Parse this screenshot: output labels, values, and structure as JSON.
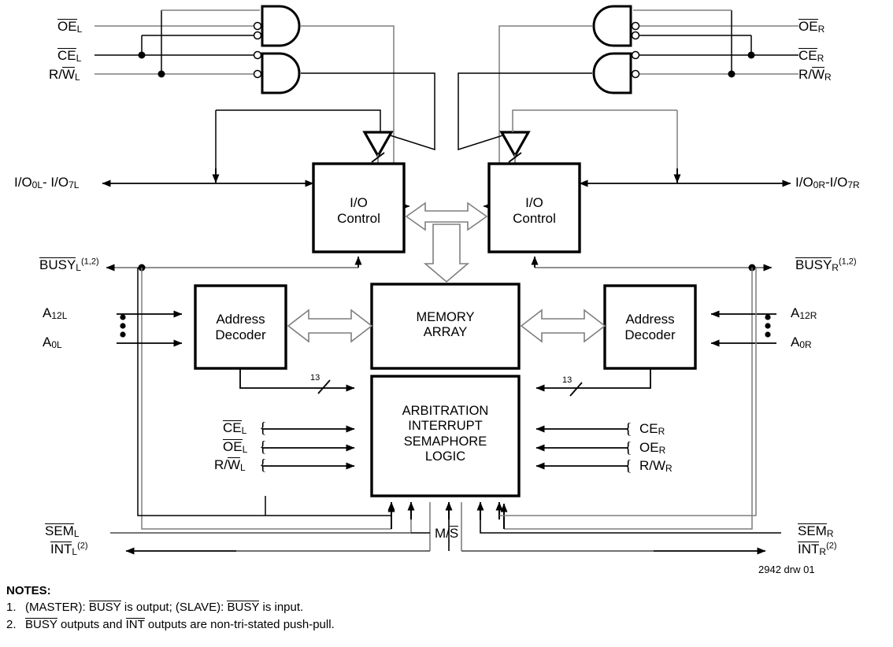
{
  "diagram": {
    "drawing_id": "2942 drw 01",
    "blocks": [
      {
        "id": "io-control-left",
        "label_line1": "I/O",
        "label_line2": "Control"
      },
      {
        "id": "io-control-right",
        "label_line1": "I/O",
        "label_line2": "Control"
      },
      {
        "id": "address-decoder-left",
        "label_line1": "Address",
        "label_line2": "Decoder"
      },
      {
        "id": "address-decoder-right",
        "label_line1": "Address",
        "label_line2": "Decoder"
      },
      {
        "id": "memory-array",
        "label_line1": "MEMORY",
        "label_line2": "ARRAY"
      },
      {
        "id": "arbitration-logic",
        "label_line1": "ARBITRATION",
        "label_line2": "INTERRUPT",
        "label_line3": "SEMAPHORE",
        "label_line4": "LOGIC"
      }
    ],
    "left_signals": {
      "oe": {
        "bar": "OE",
        "sub": "L"
      },
      "ce": {
        "bar": "CE",
        "sub": "L"
      },
      "rw": {
        "pre": "R/",
        "bar": "W",
        "sub": "L"
      },
      "io_bus": "I/O0L- I/O7L",
      "busy": {
        "bar": "BUSY",
        "sub": "L",
        "sup": "(1,2)"
      },
      "addr_hi": {
        "base": "A",
        "sub": "12L"
      },
      "addr_lo": {
        "base": "A",
        "sub": "0L"
      },
      "arb_ce": {
        "bar": "CE",
        "sub": "L"
      },
      "arb_oe": {
        "bar": "OE",
        "sub": "L"
      },
      "arb_rw": {
        "pre": "R/",
        "bar": "W",
        "sub": "L"
      },
      "sem": {
        "bar": "SEM",
        "sub": "L"
      },
      "int": {
        "bar": "INT",
        "sub": "L",
        "sup": "(2)"
      }
    },
    "right_signals": {
      "oe": {
        "bar": "OE",
        "sub": "R"
      },
      "ce": {
        "bar": "CE",
        "sub": "R"
      },
      "rw": {
        "pre": "R/",
        "bar": "W",
        "sub": "R"
      },
      "io_bus": "I/O0R-I/O7R",
      "busy": {
        "bar": "BUSY",
        "sub": "R",
        "sup": "(1,2)"
      },
      "addr_hi": {
        "base": "A",
        "sub": "12R"
      },
      "addr_lo": {
        "base": "A",
        "sub": "0R"
      },
      "arb_ce": {
        "base": "CE",
        "sub": "R"
      },
      "arb_oe": {
        "base": "OE",
        "sub": "R"
      },
      "arb_rw": {
        "base": "R/W",
        "sub": "R"
      },
      "sem": {
        "bar": "SEM",
        "sub": "R"
      },
      "int": {
        "bar": "INT",
        "sub": "R",
        "sup": "(2)"
      }
    },
    "center_signals": {
      "ms": {
        "pre": "M/",
        "bar": "S"
      }
    },
    "bus_width_labels": [
      "13",
      "13"
    ],
    "colors": {
      "line": "#000000",
      "line_gray": "#7f7f7f",
      "block_border": "#000000",
      "background": "#ffffff"
    }
  },
  "notes": {
    "heading": "NOTES:",
    "items": [
      {
        "num": "1.",
        "parts": [
          {
            "t": "(MASTER): "
          },
          {
            "t": "BUSY",
            "bar": true
          },
          {
            "t": " is output; (SLAVE): "
          },
          {
            "t": "BUSY",
            "bar": true
          },
          {
            "t": " is input."
          }
        ]
      },
      {
        "num": "2.",
        "parts": [
          {
            "t": "BUSY",
            "bar": true
          },
          {
            "t": " outputs and "
          },
          {
            "t": "INT",
            "bar": true
          },
          {
            "t": " outputs are non-tri-stated push-pull."
          }
        ]
      }
    ]
  }
}
